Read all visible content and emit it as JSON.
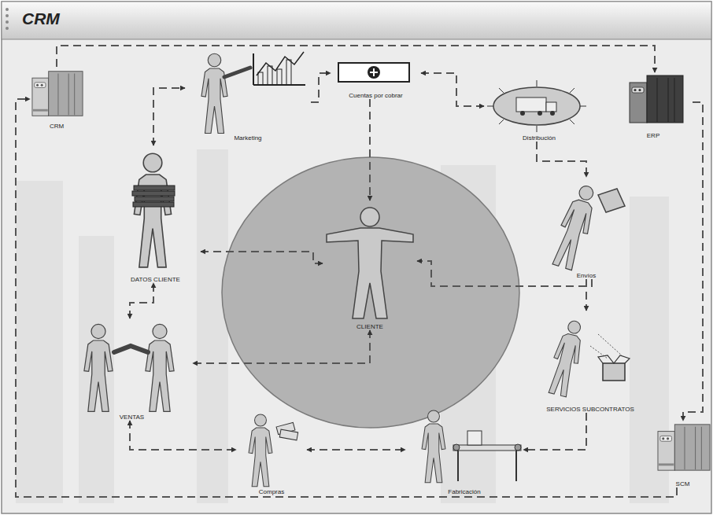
{
  "diagram": {
    "title": "CRM",
    "nodes": [
      {
        "text": [
          "CRM"
        ]
      },
      {
        "text": [
          "Marketing"
        ]
      },
      {
        "text": [
          "Cuentas por cobrar"
        ]
      },
      {
        "text": [
          "Distribución"
        ]
      },
      {
        "text": [
          "ERP"
        ]
      },
      {
        "text": [
          "DATOS CLIENTE"
        ]
      },
      {
        "text": [
          "CLIENTE"
        ]
      },
      {
        "text": [
          "Envíos"
        ]
      },
      {
        "text": [
          "SERVICIOS SUBCONTRATOS"
        ]
      },
      {
        "text": [
          "VENTAS"
        ]
      },
      {
        "text": [
          "Compras"
        ]
      },
      {
        "text": [
          "Fabricación"
        ]
      },
      {
        "text": [
          "SCM"
        ]
      }
    ],
    "edges": [
      {
        "from": 0,
        "to": 4,
        "arrow": "to"
      },
      {
        "from": 4,
        "to": 12,
        "arrow": "to"
      },
      {
        "from": 12,
        "to": 0,
        "arrow": "to"
      },
      {
        "from": 5,
        "to": 1,
        "arrow": "both"
      },
      {
        "from": 1,
        "to": 2,
        "arrow": "to"
      },
      {
        "from": 3,
        "to": 2,
        "arrow": "both"
      },
      {
        "from": 2,
        "to": 6,
        "arrow": "to"
      },
      {
        "from": 3,
        "to": 7,
        "arrow": "to"
      },
      {
        "from": 7,
        "to": 6,
        "arrow": "to"
      },
      {
        "from": 7,
        "to": 8,
        "arrow": "to"
      },
      {
        "from": 8,
        "to": 11,
        "arrow": "to"
      },
      {
        "from": 10,
        "to": 11,
        "arrow": "both"
      },
      {
        "from": 9,
        "to": 10,
        "arrow": "both"
      },
      {
        "from": 5,
        "to": 6,
        "arrow": "both"
      },
      {
        "from": 6,
        "to": 9,
        "arrow": "both"
      },
      {
        "from": 9,
        "to": 5,
        "arrow": "both"
      }
    ]
  }
}
